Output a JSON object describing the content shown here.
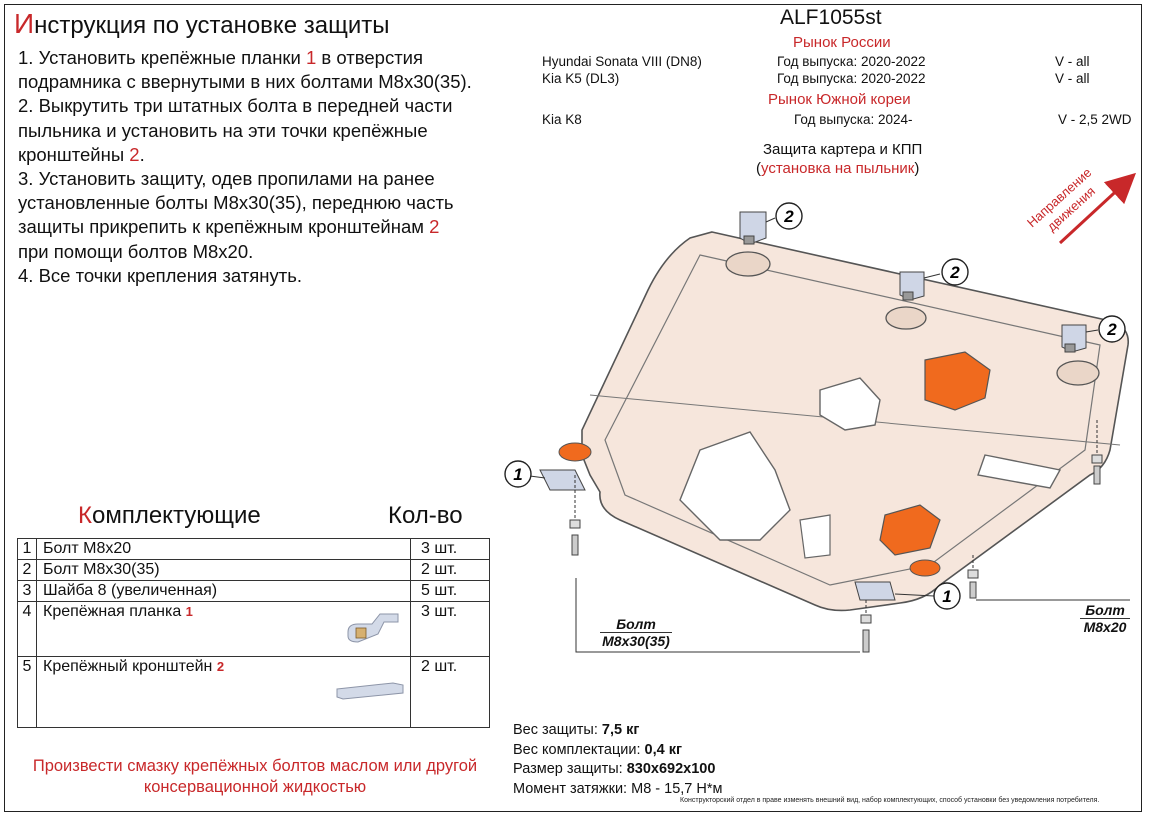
{
  "title": {
    "first_letter": "И",
    "rest": "нструкция по установке защиты"
  },
  "steps": [
    {
      "text": "1. Установить крепёжные планки ",
      "ref": "1",
      "after": " в отверстия подрамника с ввернутыми в них болтами М8х30(35)."
    },
    {
      "text": "2. Выкрутить три штатных болта в передней части пыльника и установить на эти точки крепёжные кронштейны ",
      "ref": "2",
      "after": "."
    },
    {
      "text": "3. Установить защиту, одев пропилами на ранее установленные болты М8х30(35), переднюю часть защиты прикрепить к крепёжным кронштейнам ",
      "ref": "2",
      "after": ""
    },
    {
      "text": "при помощи болтов М8х20.",
      "ref": "",
      "after": ""
    },
    {
      "text": "4. Все точки крепления затянуть.",
      "ref": "",
      "after": ""
    }
  ],
  "header": {
    "model_code": "ALF1055st",
    "market_russia": "Рынок России",
    "market_korea": "Рынок Южной кореи",
    "rows": [
      {
        "car": "Hyundai Sonata VIII (DN8)",
        "years": "Год выпуска: 2020-2022",
        "variant": "V - all"
      },
      {
        "car": "Kia K5 (DL3)",
        "years": "Год выпуска: 2020-2022",
        "variant": "V - all"
      },
      {
        "car": "Kia K8",
        "years": "Год выпуска: 2024-",
        "variant": "V - 2,5 2WD"
      }
    ],
    "protection": "Защита картера и КПП",
    "install_open": "(",
    "install_note": "установка на пыльник",
    "install_close": ")"
  },
  "direction_label": {
    "line1": "Направление",
    "line2": "движения"
  },
  "callouts": {
    "plate": "1",
    "bracket": "2"
  },
  "bolt_labels": [
    {
      "line1": "Болт",
      "line2": "М8х30(35)"
    },
    {
      "line1": "Болт",
      "line2": "М8х20"
    }
  ],
  "kit": {
    "title_first": "К",
    "title_rest": "омплектующие",
    "qty_header": "Кол-во",
    "rows": [
      {
        "n": "1",
        "name": "Болт М8х20",
        "ref": "",
        "qty": "3 шт."
      },
      {
        "n": "2",
        "name": "Болт М8х30(35)",
        "ref": "",
        "qty": "2 шт."
      },
      {
        "n": "3",
        "name": "Шайба 8 (увеличенная)",
        "ref": "",
        "qty": "5 шт."
      },
      {
        "n": "4",
        "name": "Крепёжная планка ",
        "ref": "1",
        "qty": "3 шт."
      },
      {
        "n": "5",
        "name": "Крепёжный кронштейн ",
        "ref": "2",
        "qty": "2 шт."
      }
    ]
  },
  "oil_note": "Произвести смазку крепёжных болтов маслом или другой консервационной жидкостью",
  "specs": [
    {
      "label": "Вес защиты: ",
      "value": "7,5 кг",
      "bold": true
    },
    {
      "label": "Вес комплектации: ",
      "value": "0,4 кг",
      "bold": true
    },
    {
      "label": "Размер защиты: ",
      "value": "830х692х100",
      "bold": true
    },
    {
      "label": "Момент затяжки: ",
      "value": "М8 - 15,7 Н*м",
      "bold": false
    }
  ],
  "disclaimer": "Конструкторский отдел в праве изменять внешний вид, набор комплектующих, способ установки без уведомления потребителя.",
  "colors": {
    "accent": "#c8282a",
    "plate": "#f6e6dc",
    "pad": "#f06a1e"
  }
}
